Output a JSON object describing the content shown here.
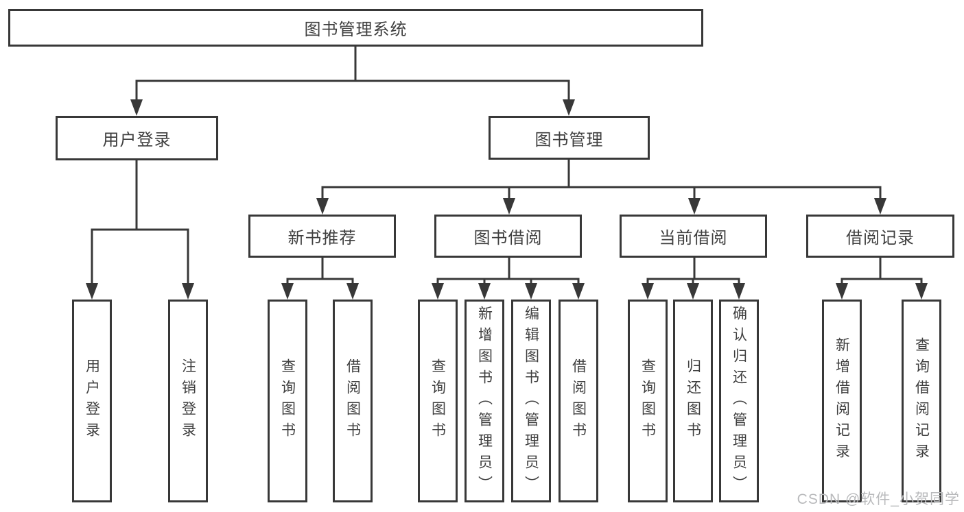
{
  "diagram": {
    "title": "图书管理系统",
    "type": "hierarchy-tree",
    "colors": {
      "line": "#383838",
      "text": "#3f3f3f",
      "background": "#ffffff",
      "watermark": "#b9babc"
    },
    "tree": {
      "root": {
        "label": "图书管理系统"
      },
      "branches": [
        {
          "label": "用户登录",
          "children": [
            {
              "label": "用户登录"
            },
            {
              "label": "注销登录"
            }
          ]
        },
        {
          "label": "图书管理",
          "children": [
            {
              "label": "新书推荐",
              "children": [
                {
                  "label": "查询图书"
                },
                {
                  "label": "借阅图书"
                }
              ]
            },
            {
              "label": "图书借阅",
              "children": [
                {
                  "label": "查询图书"
                },
                {
                  "label": "新增图书（管理员）"
                },
                {
                  "label": "编辑图书（管理员）"
                },
                {
                  "label": "借阅图书"
                }
              ]
            },
            {
              "label": "当前借阅",
              "children": [
                {
                  "label": "查询图书"
                },
                {
                  "label": "归还图书"
                },
                {
                  "label": "确认归还（管理员）"
                }
              ]
            },
            {
              "label": "借阅记录",
              "children": [
                {
                  "label": "新增借阅记录"
                },
                {
                  "label": "查询借阅记录"
                }
              ]
            }
          ]
        }
      ]
    },
    "watermark": {
      "text": "CSDN @软件_小贺同学"
    }
  }
}
